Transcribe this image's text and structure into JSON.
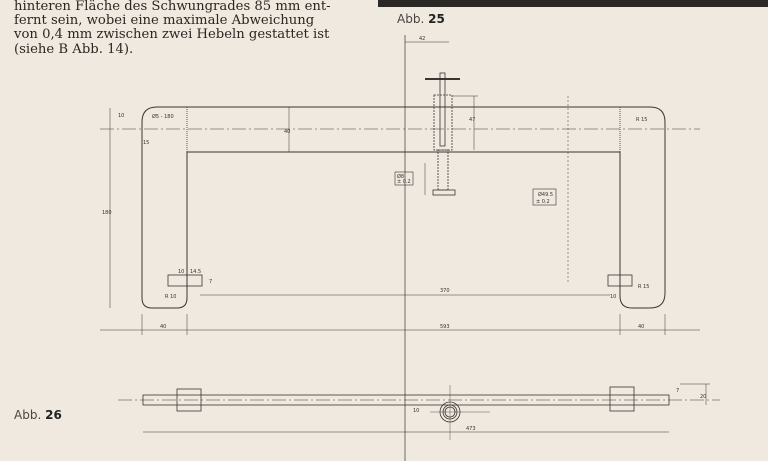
{
  "text": {
    "lines": [
      "hinteren Fläche des Schwungrades 85 mm ent-",
      "fernt sein, wobei eine maximale Abweichung",
      "von 0,4 mm zwischen zwei Hebeln gestattet ist",
      "(siehe B Abb. 14)."
    ]
  },
  "captions": {
    "fig25_prefix": "Abb.",
    "fig25_num": "25",
    "fig26_prefix": "Abb.",
    "fig26_num": "26"
  },
  "drawing": {
    "top_width": "42",
    "bar_height": "40",
    "screw_height": "47",
    "screw_tol_a": "Ø8",
    "screw_tol_b": "± 0.2",
    "left_top_a": "10",
    "left_top_b": "15",
    "hole_note": "Ø5 - 180",
    "overall_height": "180",
    "pin_a": "10",
    "pin_b": "14.5",
    "pin_c": "7",
    "radius_left": "R 10",
    "radius_right_top": "R 15",
    "radius_right_bottom": "R 15",
    "center_dist_a": "Ø49.5",
    "center_dist_b": "± 0.2",
    "inner_len": "370",
    "right_small": "10",
    "left_arm": "40",
    "overall_len": "593",
    "right_arm": "40",
    "side_offset": "10",
    "side_len": "473",
    "side_a": "7",
    "side_b": "20"
  }
}
